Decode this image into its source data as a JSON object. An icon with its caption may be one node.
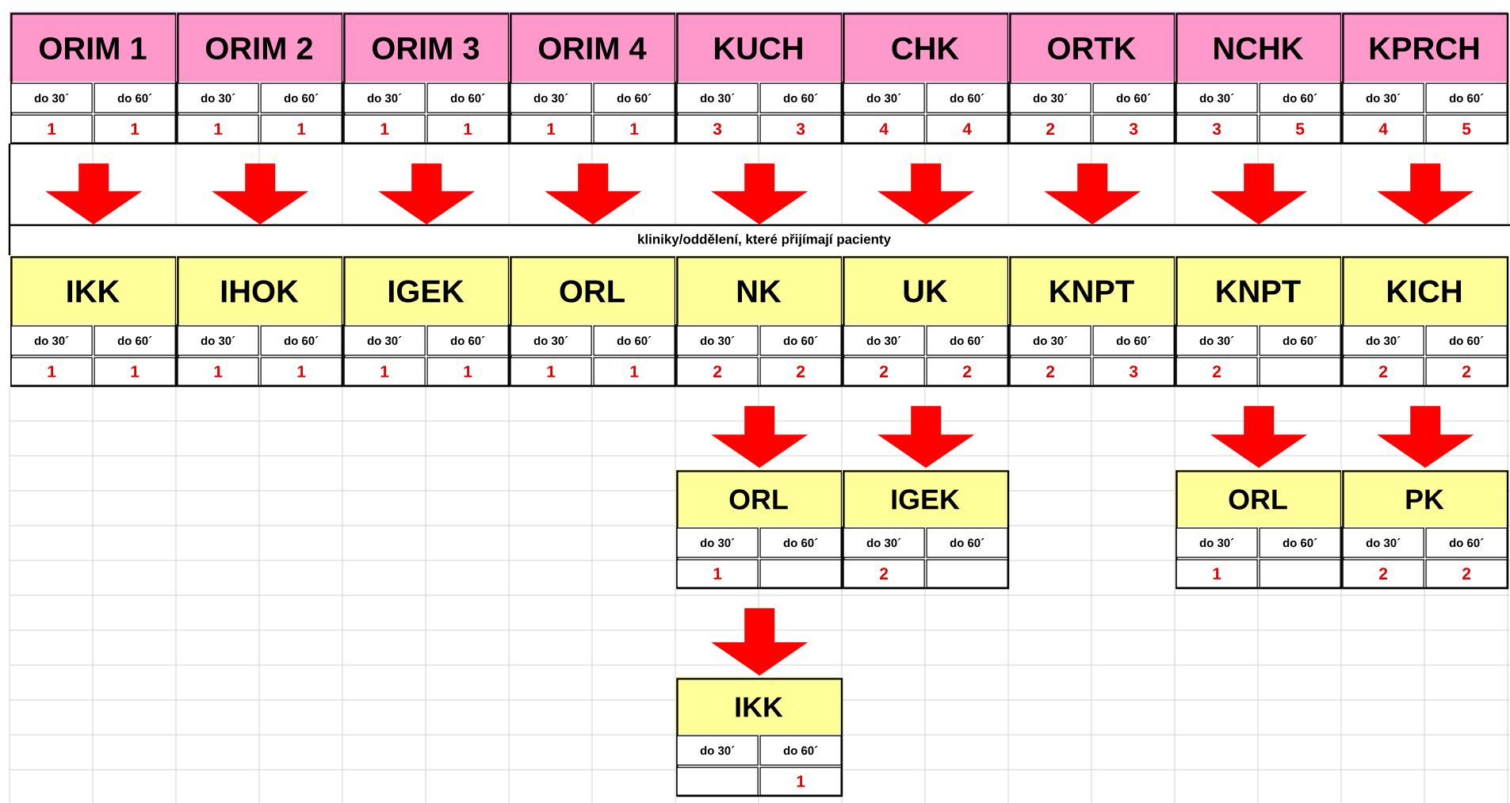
{
  "diagram": {
    "nodes": [
      {
        "text": [
          "ORIM 1"
        ]
      },
      {
        "text": [
          "do 30´"
        ],
        "in": 0
      },
      {
        "text": [
          "do 60´"
        ],
        "in": 0
      },
      {
        "text": [
          "1"
        ],
        "in": 0
      },
      {
        "text": [
          "1"
        ],
        "in": 0
      },
      {
        "text": [
          "ORIM 2"
        ]
      },
      {
        "text": [
          "do 30´"
        ],
        "in": 5
      },
      {
        "text": [
          "do 60´"
        ],
        "in": 5
      },
      {
        "text": [
          "1"
        ],
        "in": 5
      },
      {
        "text": [
          "1"
        ],
        "in": 5
      },
      {
        "text": [
          "ORIM 3"
        ]
      },
      {
        "text": [
          "do 30´"
        ],
        "in": 10
      },
      {
        "text": [
          "do 60´"
        ],
        "in": 10
      },
      {
        "text": [
          "1"
        ],
        "in": 10
      },
      {
        "text": [
          "1"
        ],
        "in": 10
      },
      {
        "text": [
          "ORIM 4"
        ]
      },
      {
        "text": [
          "do 30´"
        ],
        "in": 15
      },
      {
        "text": [
          "do 60´"
        ],
        "in": 15
      },
      {
        "text": [
          "1"
        ],
        "in": 15
      },
      {
        "text": [
          "1"
        ],
        "in": 15
      },
      {
        "text": [
          "KUCH"
        ]
      },
      {
        "text": [
          "do 30´"
        ],
        "in": 20
      },
      {
        "text": [
          "do 60´"
        ],
        "in": 20
      },
      {
        "text": [
          "3"
        ],
        "in": 20
      },
      {
        "text": [
          "3"
        ],
        "in": 20
      },
      {
        "text": [
          "CHK"
        ]
      },
      {
        "text": [
          "do 30´"
        ],
        "in": 25
      },
      {
        "text": [
          "do 60´"
        ],
        "in": 25
      },
      {
        "text": [
          "4"
        ],
        "in": 25
      },
      {
        "text": [
          "4"
        ],
        "in": 25
      },
      {
        "text": [
          "ORTK"
        ]
      },
      {
        "text": [
          "do 30´"
        ],
        "in": 30
      },
      {
        "text": [
          "do 60´"
        ],
        "in": 30
      },
      {
        "text": [
          "2"
        ],
        "in": 30
      },
      {
        "text": [
          "3"
        ],
        "in": 30
      },
      {
        "text": [
          "NCHK"
        ]
      },
      {
        "text": [
          "do 30´"
        ],
        "in": 35
      },
      {
        "text": [
          "do 60´"
        ],
        "in": 35
      },
      {
        "text": [
          "3"
        ],
        "in": 35
      },
      {
        "text": [
          "5"
        ],
        "in": 35
      },
      {
        "text": [
          "KPRCH"
        ]
      },
      {
        "text": [
          "do 30´"
        ],
        "in": 40
      },
      {
        "text": [
          "do 60´"
        ],
        "in": 40
      },
      {
        "text": [
          "4"
        ],
        "in": 40
      },
      {
        "text": [
          "5"
        ],
        "in": 40
      },
      {
        "text": [
          "IKK"
        ]
      },
      {
        "text": [
          "do 30´"
        ],
        "in": 45
      },
      {
        "text": [
          "do 60´"
        ],
        "in": 45
      },
      {
        "text": [
          "1"
        ],
        "in": 45
      },
      {
        "text": [
          "1"
        ],
        "in": 45
      },
      {
        "text": [
          "IHOK"
        ]
      },
      {
        "text": [
          "do 30´"
        ],
        "in": 50
      },
      {
        "text": [
          "do 60´"
        ],
        "in": 50
      },
      {
        "text": [
          "1"
        ],
        "in": 50
      },
      {
        "text": [
          "1"
        ],
        "in": 50
      },
      {
        "text": [
          "IGEK"
        ]
      },
      {
        "text": [
          "do 30´"
        ],
        "in": 55
      },
      {
        "text": [
          "do 60´"
        ],
        "in": 55
      },
      {
        "text": [
          "1"
        ],
        "in": 55
      },
      {
        "text": [
          "1"
        ],
        "in": 55
      },
      {
        "text": [
          "ORL"
        ]
      },
      {
        "text": [
          "do 30´"
        ],
        "in": 60
      },
      {
        "text": [
          "do 60´"
        ],
        "in": 60
      },
      {
        "text": [
          "1"
        ],
        "in": 60
      },
      {
        "text": [
          "1"
        ],
        "in": 60
      },
      {
        "text": [
          "NK"
        ]
      },
      {
        "text": [
          "do 30´"
        ],
        "in": 65
      },
      {
        "text": [
          "do 60´"
        ],
        "in": 65
      },
      {
        "text": [
          "2"
        ],
        "in": 65
      },
      {
        "text": [
          "2"
        ],
        "in": 65
      },
      {
        "text": [
          "UK"
        ]
      },
      {
        "text": [
          "do 30´"
        ],
        "in": 70
      },
      {
        "text": [
          "do 60´"
        ],
        "in": 70
      },
      {
        "text": [
          "2"
        ],
        "in": 70
      },
      {
        "text": [
          "2"
        ],
        "in": 70
      },
      {
        "text": [
          "KNPT"
        ]
      },
      {
        "text": [
          "do 30´"
        ],
        "in": 75
      },
      {
        "text": [
          "do 60´"
        ],
        "in": 75
      },
      {
        "text": [
          "2"
        ],
        "in": 75
      },
      {
        "text": [
          "3"
        ],
        "in": 75
      },
      {
        "text": [
          "KNPT"
        ]
      },
      {
        "text": [
          "do 30´"
        ],
        "in": 80
      },
      {
        "text": [
          "do 60´"
        ],
        "in": 80
      },
      {
        "text": [
          "2"
        ],
        "in": 80
      },
      {
        "text": [],
        "shape": "box",
        "in": 80
      },
      {
        "text": [
          "KICH"
        ]
      },
      {
        "text": [
          "do 30´"
        ],
        "in": 85
      },
      {
        "text": [
          "do 60´"
        ],
        "in": 85
      },
      {
        "text": [
          "2"
        ],
        "in": 85
      },
      {
        "text": [
          "2"
        ],
        "in": 85
      },
      {
        "text": [
          "ORL"
        ]
      },
      {
        "text": [
          "do 30´"
        ],
        "in": 90
      },
      {
        "text": [
          "do 60´"
        ],
        "in": 90
      },
      {
        "text": [
          "1"
        ],
        "in": 90
      },
      {
        "text": [],
        "shape": "box",
        "in": 90
      },
      {
        "text": [
          "IGEK"
        ]
      },
      {
        "text": [
          "do 30´"
        ],
        "in": 95
      },
      {
        "text": [
          "do 60´"
        ],
        "in": 95
      },
      {
        "text": [
          "2"
        ],
        "in": 95
      },
      {
        "text": [],
        "shape": "box",
        "in": 95
      },
      {
        "text": [
          "ORL"
        ]
      },
      {
        "text": [
          "do 30´"
        ],
        "in": 100
      },
      {
        "text": [
          "do 60´"
        ],
        "in": 100
      },
      {
        "text": [
          "1"
        ],
        "in": 100
      },
      {
        "text": [],
        "shape": "box",
        "in": 100
      },
      {
        "text": [
          "PK"
        ]
      },
      {
        "text": [
          "do 30´"
        ],
        "in": 105
      },
      {
        "text": [
          "do 60´"
        ],
        "in": 105
      },
      {
        "text": [
          "2"
        ],
        "in": 105
      },
      {
        "text": [
          "2"
        ],
        "in": 105
      },
      {
        "text": [
          "IKK"
        ]
      },
      {
        "text": [
          "do 30´"
        ],
        "in": 110
      },
      {
        "text": [
          "do 60´"
        ],
        "in": 110
      },
      {
        "text": [],
        "shape": "box",
        "in": 110
      },
      {
        "text": [
          "1"
        ],
        "in": 110
      }
    ],
    "edges": [
      {
        "from": 0,
        "to": 45,
        "arrow": "to"
      },
      {
        "from": 5,
        "to": 50,
        "arrow": "to"
      },
      {
        "from": 10,
        "to": 55,
        "arrow": "to"
      },
      {
        "from": 15,
        "to": 60,
        "arrow": "to"
      },
      {
        "from": 20,
        "to": 65,
        "arrow": "to"
      },
      {
        "from": 25,
        "to": 70,
        "arrow": "to"
      },
      {
        "from": 30,
        "to": 75,
        "arrow": "to"
      },
      {
        "from": 35,
        "to": 80,
        "arrow": "to"
      },
      {
        "from": 40,
        "to": 85,
        "arrow": "to"
      },
      {
        "from": 65,
        "to": 90,
        "arrow": "to"
      },
      {
        "from": 70,
        "to": 95,
        "arrow": "to"
      },
      {
        "from": 80,
        "to": 100,
        "arrow": "to"
      },
      {
        "from": 85,
        "to": 105,
        "arrow": "to"
      },
      {
        "from": 90,
        "to": 110,
        "arrow": "to"
      }
    ],
    "labels": [
      "kliniky/oddělení, které přijímají pacienty"
    ]
  }
}
